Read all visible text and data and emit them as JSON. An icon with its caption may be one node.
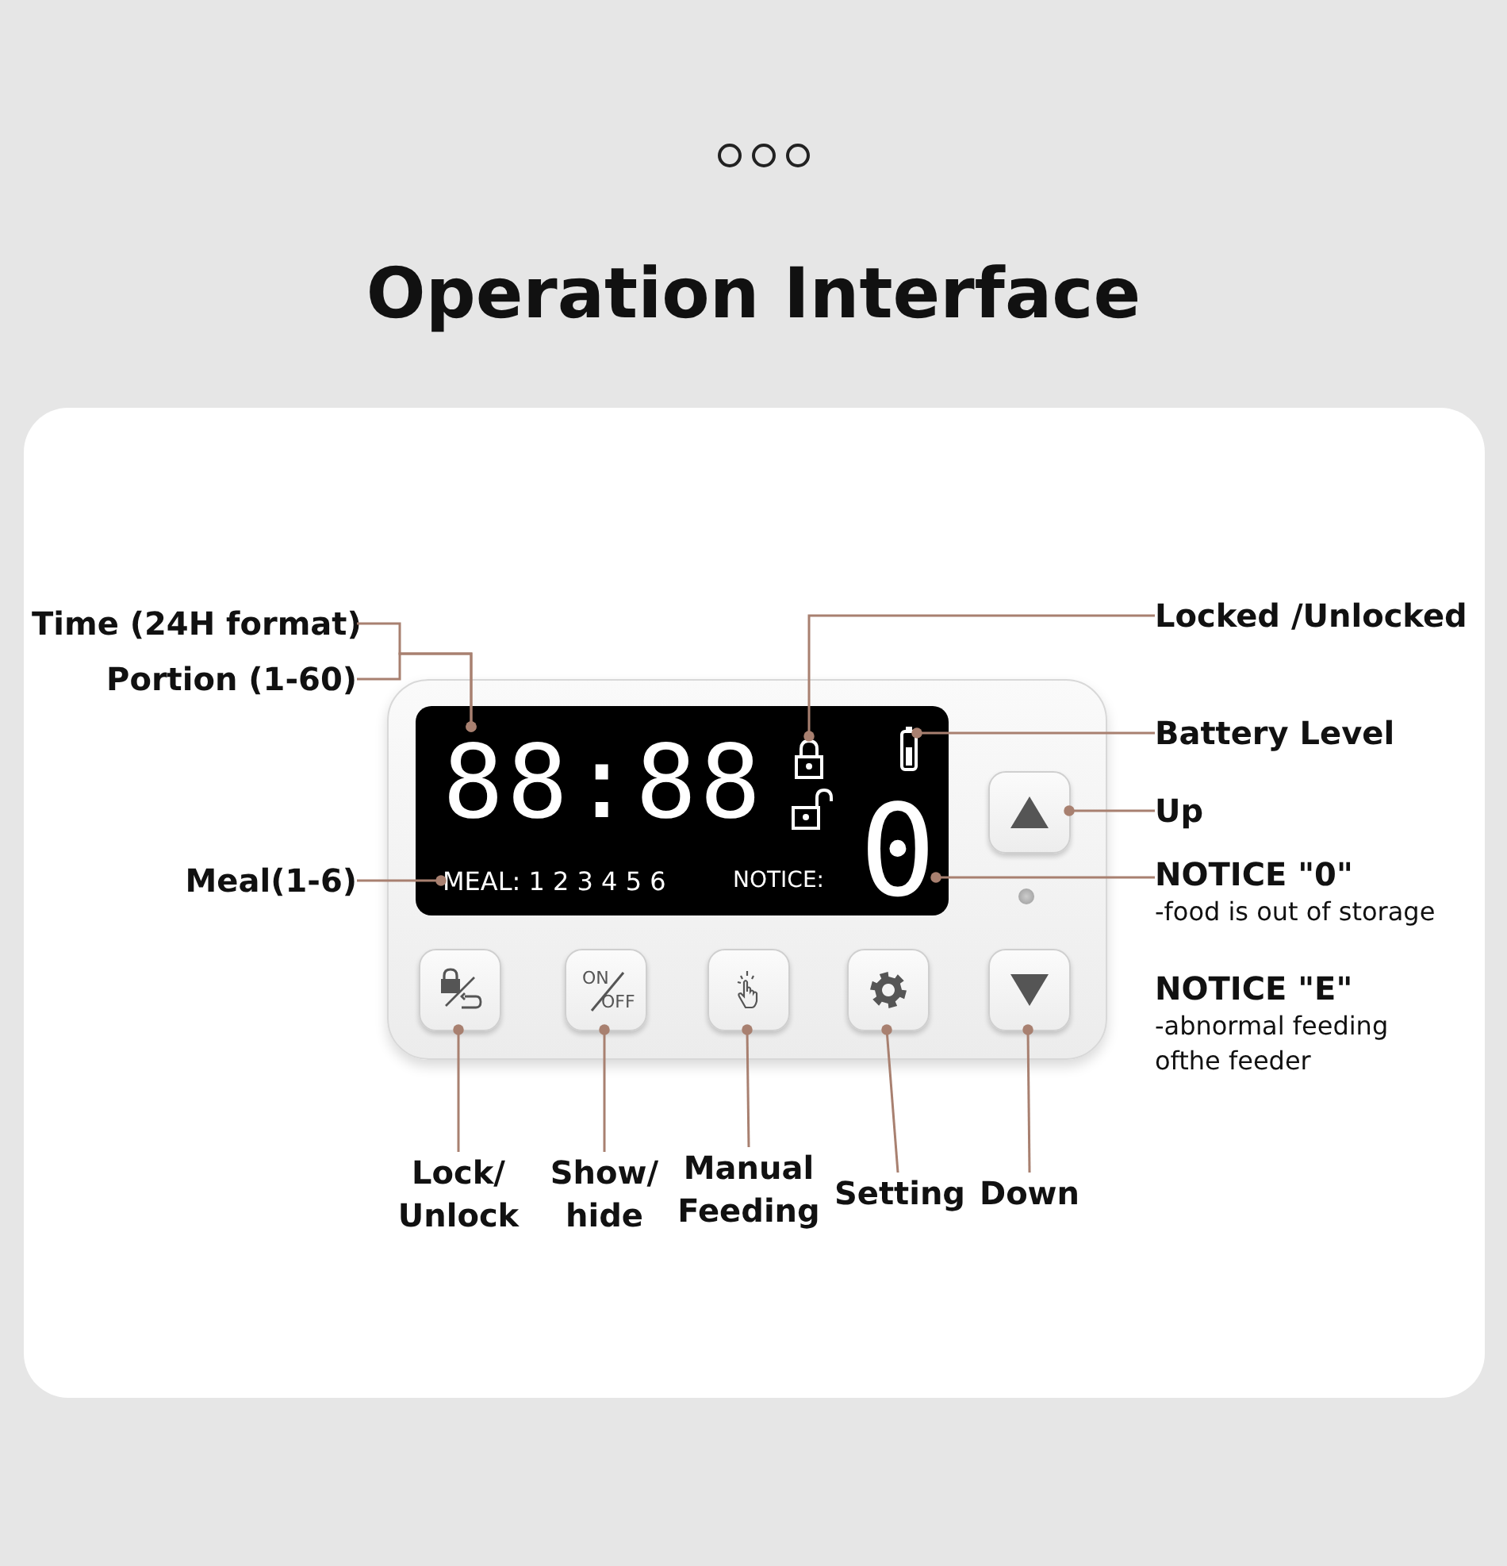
{
  "diagram": {
    "title": "Operation Interface",
    "nodes": [
      {
        "text": [
          "Time (24H format)"
        ]
      },
      {
        "text": [
          "Portion (1-60)"
        ]
      },
      {
        "text": [
          "Locked /Unlocked"
        ]
      },
      {
        "text": [],
        "shape": "box"
      },
      {
        "text": [],
        "shape": "box",
        "in": 3
      },
      {
        "text": [
          "88:88"
        ],
        "in": 4
      },
      {
        "text": [],
        "shape": "picture",
        "in": 4
      },
      {
        "text": [],
        "shape": "picture",
        "in": 4
      },
      {
        "text": [
          "MEAL: 1 2 3 4 5 6"
        ],
        "in": 4
      },
      {
        "text": [
          "0"
        ],
        "in": 4
      },
      {
        "text": [],
        "shape": "box",
        "in": 3
      },
      {
        "text": [],
        "shape": "box",
        "in": 3
      },
      {
        "text": [
          "ON",
          "OFF"
        ],
        "in": 3
      },
      {
        "text": [],
        "shape": "box",
        "in": 3
      },
      {
        "text": [],
        "shape": "box",
        "in": 3
      },
      {
        "text": [],
        "shape": "box",
        "in": 3
      },
      {
        "text": [
          "Battery Level"
        ]
      },
      {
        "text": [
          "Up"
        ]
      },
      {
        "text": [
          "Meal(1-6)"
        ]
      },
      {
        "text": [
          "NOTICE \"0\"",
          "-food is out of storage"
        ]
      },
      {
        "text": [
          "Lock/ Unlock"
        ]
      },
      {
        "text": [
          "Show/ hide"
        ]
      },
      {
        "text": [
          "Manual Feeding"
        ]
      },
      {
        "text": [
          "Setting"
        ]
      },
      {
        "text": [
          "Down"
        ]
      }
    ],
    "edges": [
      {
        "from": 0,
        "to": 5,
        "arrow": "other"
      },
      {
        "from": 1,
        "to": 5,
        "arrow": "other"
      },
      {
        "from": 2,
        "to": 6,
        "arrow": "other"
      },
      {
        "from": 16,
        "to": 7,
        "arrow": "other"
      },
      {
        "from": 17,
        "to": 10,
        "arrow": "other"
      },
      {
        "from": 18,
        "to": 8,
        "arrow": "other"
      },
      {
        "from": 19,
        "to": 9,
        "arrow": "other"
      },
      {
        "from": 20,
        "to": 11,
        "arrow": "other"
      },
      {
        "from": 21,
        "to": 12,
        "arrow": "other"
      },
      {
        "from": 22,
        "to": 13,
        "arrow": "other"
      },
      {
        "from": 23,
        "to": 14,
        "arrow": "other"
      },
      {
        "from": 24,
        "to": 15,
        "arrow": "other"
      }
    ],
    "labels": [
      "NOTICE:",
      "NOTICE \"E\"",
      "-abnormal feeding ofthe feeder"
    ]
  }
}
